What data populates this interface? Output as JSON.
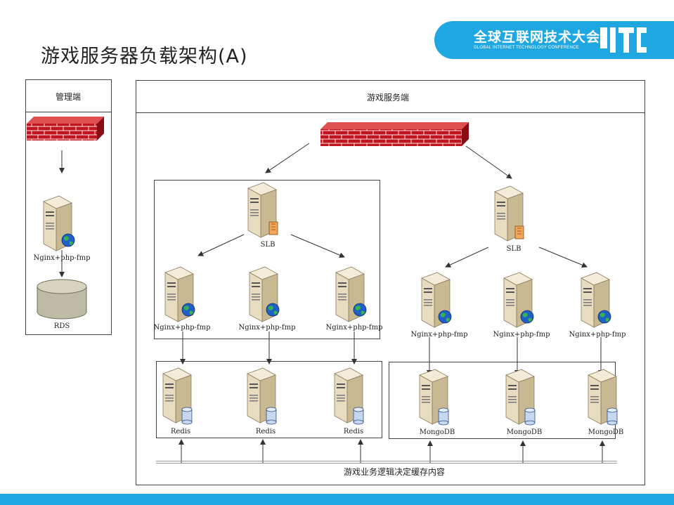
{
  "slide": {
    "title": "游戏服务器负载架构(A)",
    "logo": {
      "name": "全球互联网技术大会",
      "subtitle": "GLOBAL INTERNET TECHNOLOGY CONFERENCE",
      "mark": "GITC"
    }
  },
  "admin_panel": {
    "header": "管理端",
    "server_label": "Nginx+php-fmp",
    "db_label": "RDS"
  },
  "game_panel": {
    "header": "游戏服务端",
    "left_cluster": {
      "slb_label": "SLB",
      "nodes": [
        "Nginx+php-fmp",
        "Nginx+php-fmp",
        "Nginx+php-fmp"
      ],
      "caches": [
        "Redis",
        "Redis",
        "Redis"
      ]
    },
    "right_cluster": {
      "slb_label": "SLB",
      "nodes": [
        "Nginx+php-fmp",
        "Nginx+php-fmp",
        "Nginx+php-fmp"
      ],
      "dbs": [
        "MongoDB",
        "MongoDB",
        "MongoDB"
      ]
    },
    "bottom_text": "游戏业务逻辑决定缓存内容"
  },
  "colors": {
    "accent": "#1fa7e1",
    "firewall": "#c0141e",
    "server_body": "#e8dcc0",
    "db_cylinder": "#bdbba3"
  }
}
